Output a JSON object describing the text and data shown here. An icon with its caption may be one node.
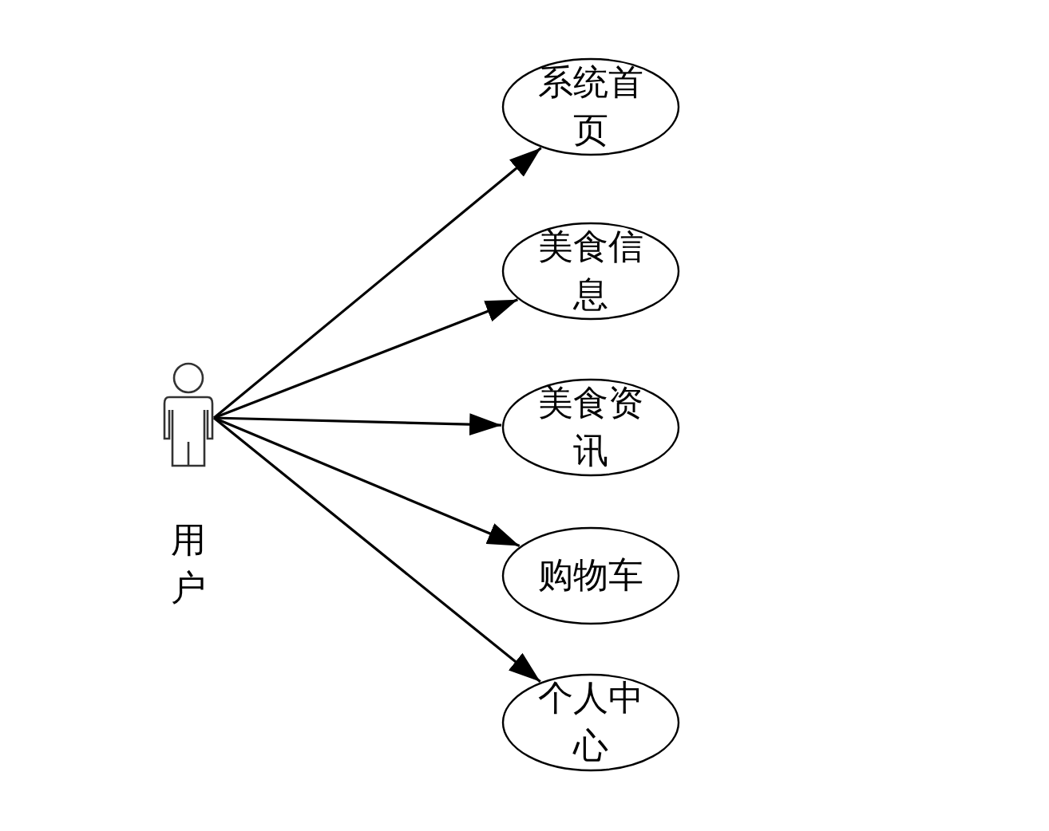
{
  "diagram": {
    "nodes": [
      {
        "text": [
          "用户"
        ]
      },
      {
        "text": [
          "系统首页"
        ]
      },
      {
        "text": [
          "美食信息"
        ]
      },
      {
        "text": [
          "美食资讯"
        ]
      },
      {
        "text": [
          "购物车"
        ]
      },
      {
        "text": [
          "个人中心"
        ]
      }
    ],
    "edges": [
      {
        "from": 0,
        "to": 1,
        "arrow": "to"
      },
      {
        "from": 0,
        "to": 2,
        "arrow": "to"
      },
      {
        "from": 0,
        "to": 3,
        "arrow": "to"
      },
      {
        "from": 0,
        "to": 4,
        "arrow": "to"
      },
      {
        "from": 0,
        "to": 5,
        "arrow": "to"
      }
    ]
  }
}
